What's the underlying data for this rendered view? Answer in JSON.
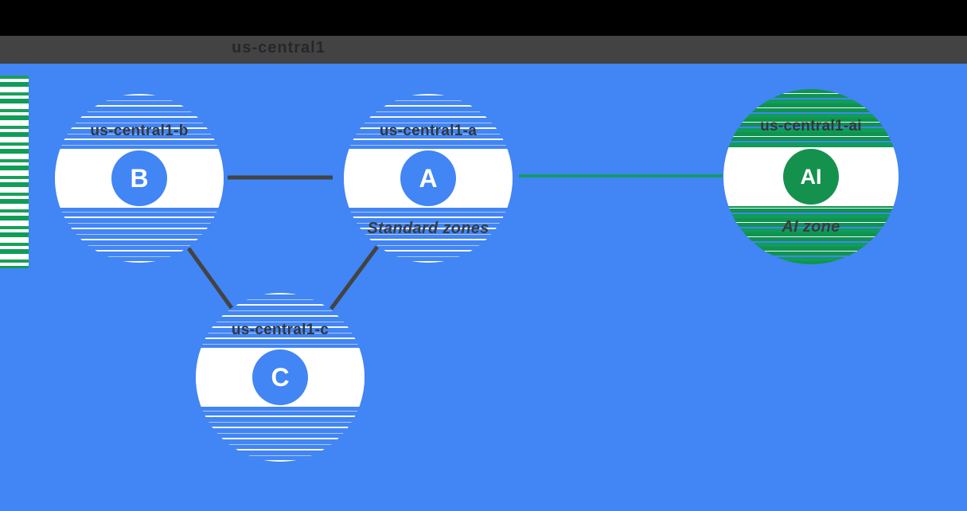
{
  "header": {
    "region_label": "us-central1"
  },
  "diagram": {
    "zones": [
      {
        "id": "b",
        "label": "us-central1-b",
        "letter": "B"
      },
      {
        "id": "a",
        "label": "us-central1-a",
        "letter": "A",
        "caption": "Standard zones"
      },
      {
        "id": "c",
        "label": "us-central1-c",
        "letter": "C"
      },
      {
        "id": "ai",
        "label": "us-central1-ai",
        "letter": "AI",
        "caption": "AI zone"
      }
    ],
    "connections": [
      {
        "from": "b",
        "to": "a",
        "color": "dark"
      },
      {
        "from": "b",
        "to": "c",
        "color": "dark"
      },
      {
        "from": "a",
        "to": "c",
        "color": "dark"
      },
      {
        "from": "a",
        "to": "ai",
        "color": "green"
      }
    ],
    "colors": {
      "region_blue": "#4285F4",
      "ai_green": "#0F9D58",
      "line_dark": "#434343",
      "node_blue": "#4285F4",
      "header_bar": "#434343",
      "header_top": "#000000"
    }
  }
}
